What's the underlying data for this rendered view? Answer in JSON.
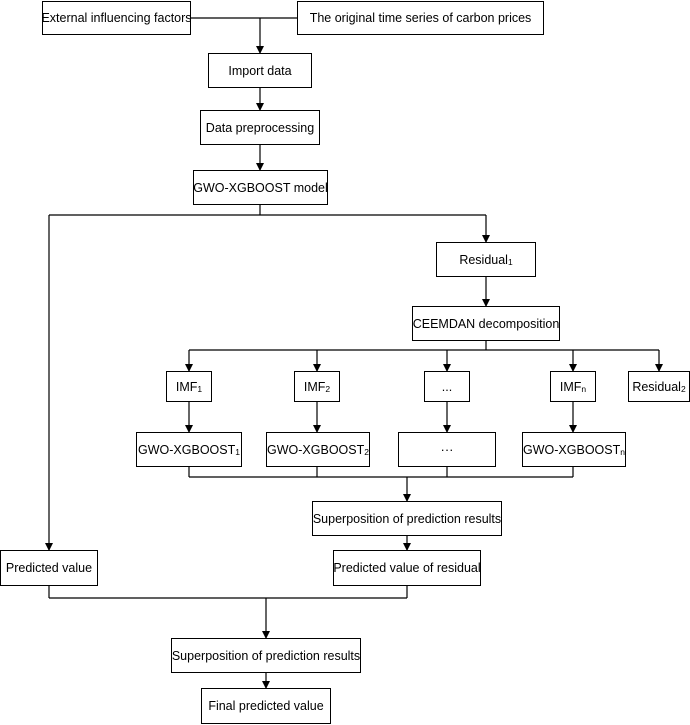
{
  "nodes": {
    "external": {
      "text": "External influencing factors"
    },
    "original": {
      "text": "The original time series of carbon prices"
    },
    "import": {
      "text": "Import data"
    },
    "preprocess": {
      "text": "Data preprocessing"
    },
    "gwo_model": {
      "text": "GWO-XGBOOST model"
    },
    "residual1": {
      "text": "Residual",
      "sub": "1"
    },
    "ceemdan": {
      "text": "CEEMDAN decomposition"
    },
    "imf1": {
      "text": "IMF",
      "sub": "1"
    },
    "imf2": {
      "text": "IMF",
      "sub": "2"
    },
    "imf_dots": {
      "text": "..."
    },
    "imfn": {
      "text": "IMF",
      "sub": "n"
    },
    "residual2": {
      "text": "Residual",
      "sub": "2"
    },
    "gwo1": {
      "text": "GWO-XGBOOST",
      "sub": "1"
    },
    "gwo2": {
      "text": "GWO-XGBOOST",
      "sub": "2"
    },
    "gwo_dots": {
      "text": "···"
    },
    "gwon": {
      "text": "GWO-XGBOOST",
      "sub": "n"
    },
    "superpos1": {
      "text": "Superposition of prediction results"
    },
    "predicted": {
      "text": "Predicted value"
    },
    "pred_residual": {
      "text": "Predicted value of residual"
    },
    "superpos2": {
      "text": "Superposition of prediction results"
    },
    "final": {
      "text": "Final predicted value"
    }
  }
}
